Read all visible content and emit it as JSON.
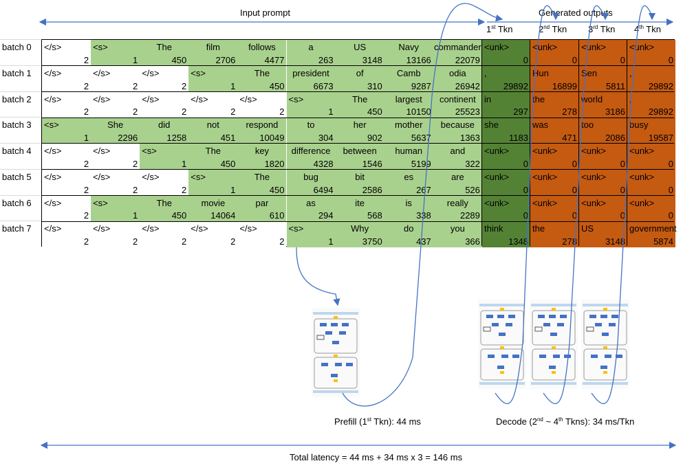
{
  "headers": {
    "input_prompt": "Input prompt",
    "generated_outputs": "Generated outputs",
    "tkn_cols": [
      {
        "num": "1",
        "sup": "st",
        "label": " Tkn"
      },
      {
        "num": "2",
        "sup": "nd",
        "label": " Tkn"
      },
      {
        "num": "3",
        "sup": "rd",
        "label": " Tkn"
      },
      {
        "num": "4",
        "sup": "th",
        "label": " Tkn"
      }
    ]
  },
  "colors": {
    "prompt_green": "#a9d18e",
    "first_tkn_green": "#548235",
    "generated_orange": "#c55a11"
  },
  "batches": [
    {
      "label": "batch 0",
      "prompt": [
        {
          "t": "</s>",
          "id": "2"
        },
        {
          "t": "<s>",
          "id": "1"
        },
        {
          "t": "The",
          "id": "450"
        },
        {
          "t": "film",
          "id": "2706"
        },
        {
          "t": "follows",
          "id": "4477"
        },
        {
          "t": "a",
          "id": "263"
        },
        {
          "t": "US",
          "id": "3148"
        },
        {
          "t": "Navy",
          "id": "13166"
        },
        {
          "t": "commander",
          "id": "22079"
        }
      ],
      "prompt_start": 1,
      "outputs": [
        {
          "t": "<unk>",
          "id": "0"
        },
        {
          "t": "<unk>",
          "id": "0"
        },
        {
          "t": "<unk>",
          "id": "0"
        },
        {
          "t": "<unk>",
          "id": "0"
        }
      ]
    },
    {
      "label": "batch 1",
      "prompt": [
        {
          "t": "</s>",
          "id": "2"
        },
        {
          "t": "</s>",
          "id": "2"
        },
        {
          "t": "</s>",
          "id": "2"
        },
        {
          "t": "<s>",
          "id": "1"
        },
        {
          "t": "The",
          "id": "450"
        },
        {
          "t": "president",
          "id": "6673"
        },
        {
          "t": "of",
          "id": "310"
        },
        {
          "t": "Camb",
          "id": "9287"
        },
        {
          "t": "odia",
          "id": "26942"
        }
      ],
      "prompt_start": 3,
      "outputs": [
        {
          "t": ",",
          "id": "29892"
        },
        {
          "t": "Hun",
          "id": "16899"
        },
        {
          "t": "Sen",
          "id": "5811"
        },
        {
          "t": ",",
          "id": "29892"
        }
      ]
    },
    {
      "label": "batch 2",
      "prompt": [
        {
          "t": "</s>",
          "id": "2"
        },
        {
          "t": "</s>",
          "id": "2"
        },
        {
          "t": "</s>",
          "id": "2"
        },
        {
          "t": "</s>",
          "id": "2"
        },
        {
          "t": "</s>",
          "id": "2"
        },
        {
          "t": "<s>",
          "id": "1"
        },
        {
          "t": "The",
          "id": "450"
        },
        {
          "t": "largest",
          "id": "10150"
        },
        {
          "t": "continent",
          "id": "25523"
        }
      ],
      "prompt_start": 5,
      "outputs": [
        {
          "t": "in",
          "id": "297"
        },
        {
          "t": "the",
          "id": "278"
        },
        {
          "t": "world",
          "id": "3186"
        },
        {
          "t": ",",
          "id": "29892"
        }
      ]
    },
    {
      "label": "batch 3",
      "prompt": [
        {
          "t": "<s>",
          "id": "1"
        },
        {
          "t": "She",
          "id": "2296"
        },
        {
          "t": "did",
          "id": "1258"
        },
        {
          "t": "not",
          "id": "451"
        },
        {
          "t": "respond",
          "id": "10049"
        },
        {
          "t": "to",
          "id": "304"
        },
        {
          "t": "her",
          "id": "902"
        },
        {
          "t": "mother",
          "id": "5637"
        },
        {
          "t": "because",
          "id": "1363"
        }
      ],
      "prompt_start": 0,
      "outputs": [
        {
          "t": "she",
          "id": "1183"
        },
        {
          "t": "was",
          "id": "471"
        },
        {
          "t": "too",
          "id": "2086"
        },
        {
          "t": "busy",
          "id": "19587"
        }
      ]
    },
    {
      "label": "batch 4",
      "prompt": [
        {
          "t": "</s>",
          "id": "2"
        },
        {
          "t": "</s>",
          "id": "2"
        },
        {
          "t": "<s>",
          "id": "1"
        },
        {
          "t": "The",
          "id": "450"
        },
        {
          "t": "key",
          "id": "1820"
        },
        {
          "t": "difference",
          "id": "4328"
        },
        {
          "t": "between",
          "id": "1546"
        },
        {
          "t": "human",
          "id": "5199"
        },
        {
          "t": "and",
          "id": "322"
        }
      ],
      "prompt_start": 2,
      "outputs": [
        {
          "t": "<unk>",
          "id": "0"
        },
        {
          "t": "<unk>",
          "id": "0"
        },
        {
          "t": "<unk>",
          "id": "0"
        },
        {
          "t": "<unk>",
          "id": "0"
        }
      ]
    },
    {
      "label": "batch 5",
      "prompt": [
        {
          "t": "</s>",
          "id": "2"
        },
        {
          "t": "</s>",
          "id": "2"
        },
        {
          "t": "</s>",
          "id": "2"
        },
        {
          "t": "<s>",
          "id": "1"
        },
        {
          "t": "The",
          "id": "450"
        },
        {
          "t": "bug",
          "id": "6494"
        },
        {
          "t": "bit",
          "id": "2586"
        },
        {
          "t": "es",
          "id": "267"
        },
        {
          "t": "are",
          "id": "526"
        }
      ],
      "prompt_start": 3,
      "outputs": [
        {
          "t": "<unk>",
          "id": "0"
        },
        {
          "t": "<unk>",
          "id": "0"
        },
        {
          "t": "<unk>",
          "id": "0"
        },
        {
          "t": "<unk>",
          "id": "0"
        }
      ]
    },
    {
      "label": "batch 6",
      "prompt": [
        {
          "t": "</s>",
          "id": "2"
        },
        {
          "t": "<s>",
          "id": "1"
        },
        {
          "t": "The",
          "id": "450"
        },
        {
          "t": "movie",
          "id": "14064"
        },
        {
          "t": "par",
          "id": "610"
        },
        {
          "t": "as",
          "id": "294"
        },
        {
          "t": "ite",
          "id": "568"
        },
        {
          "t": "is",
          "id": "338"
        },
        {
          "t": "really",
          "id": "2289"
        }
      ],
      "prompt_start": 1,
      "outputs": [
        {
          "t": "<unk>",
          "id": "0"
        },
        {
          "t": "<unk>",
          "id": "0"
        },
        {
          "t": "<unk>",
          "id": "0"
        },
        {
          "t": "<unk>",
          "id": "0"
        }
      ]
    },
    {
      "label": "batch 7",
      "prompt": [
        {
          "t": "</s>",
          "id": "2"
        },
        {
          "t": "</s>",
          "id": "2"
        },
        {
          "t": "</s>",
          "id": "2"
        },
        {
          "t": "</s>",
          "id": "2"
        },
        {
          "t": "</s>",
          "id": "2"
        },
        {
          "t": "<s>",
          "id": "1"
        },
        {
          "t": "Why",
          "id": "3750"
        },
        {
          "t": "do",
          "id": "437"
        },
        {
          "t": "you",
          "id": "366"
        }
      ],
      "prompt_start": 5,
      "outputs": [
        {
          "t": "think",
          "id": "1348"
        },
        {
          "t": "the",
          "id": "278"
        },
        {
          "t": "US",
          "id": "3148"
        },
        {
          "t": "government",
          "id": "5874"
        }
      ]
    }
  ],
  "captions": {
    "prefill_pre": "Prefill (1",
    "prefill_sup": "st",
    "prefill_post": " Tkn): 44 ms",
    "decode_pre": "Decode (2",
    "decode_sup1": "nd",
    "decode_mid": " ~ 4",
    "decode_sup2": "th",
    "decode_post": " Tkns): 34 ms/Tkn",
    "total_latency": "Total latency = 44 ms + 34 ms x 3 = 146 ms"
  }
}
